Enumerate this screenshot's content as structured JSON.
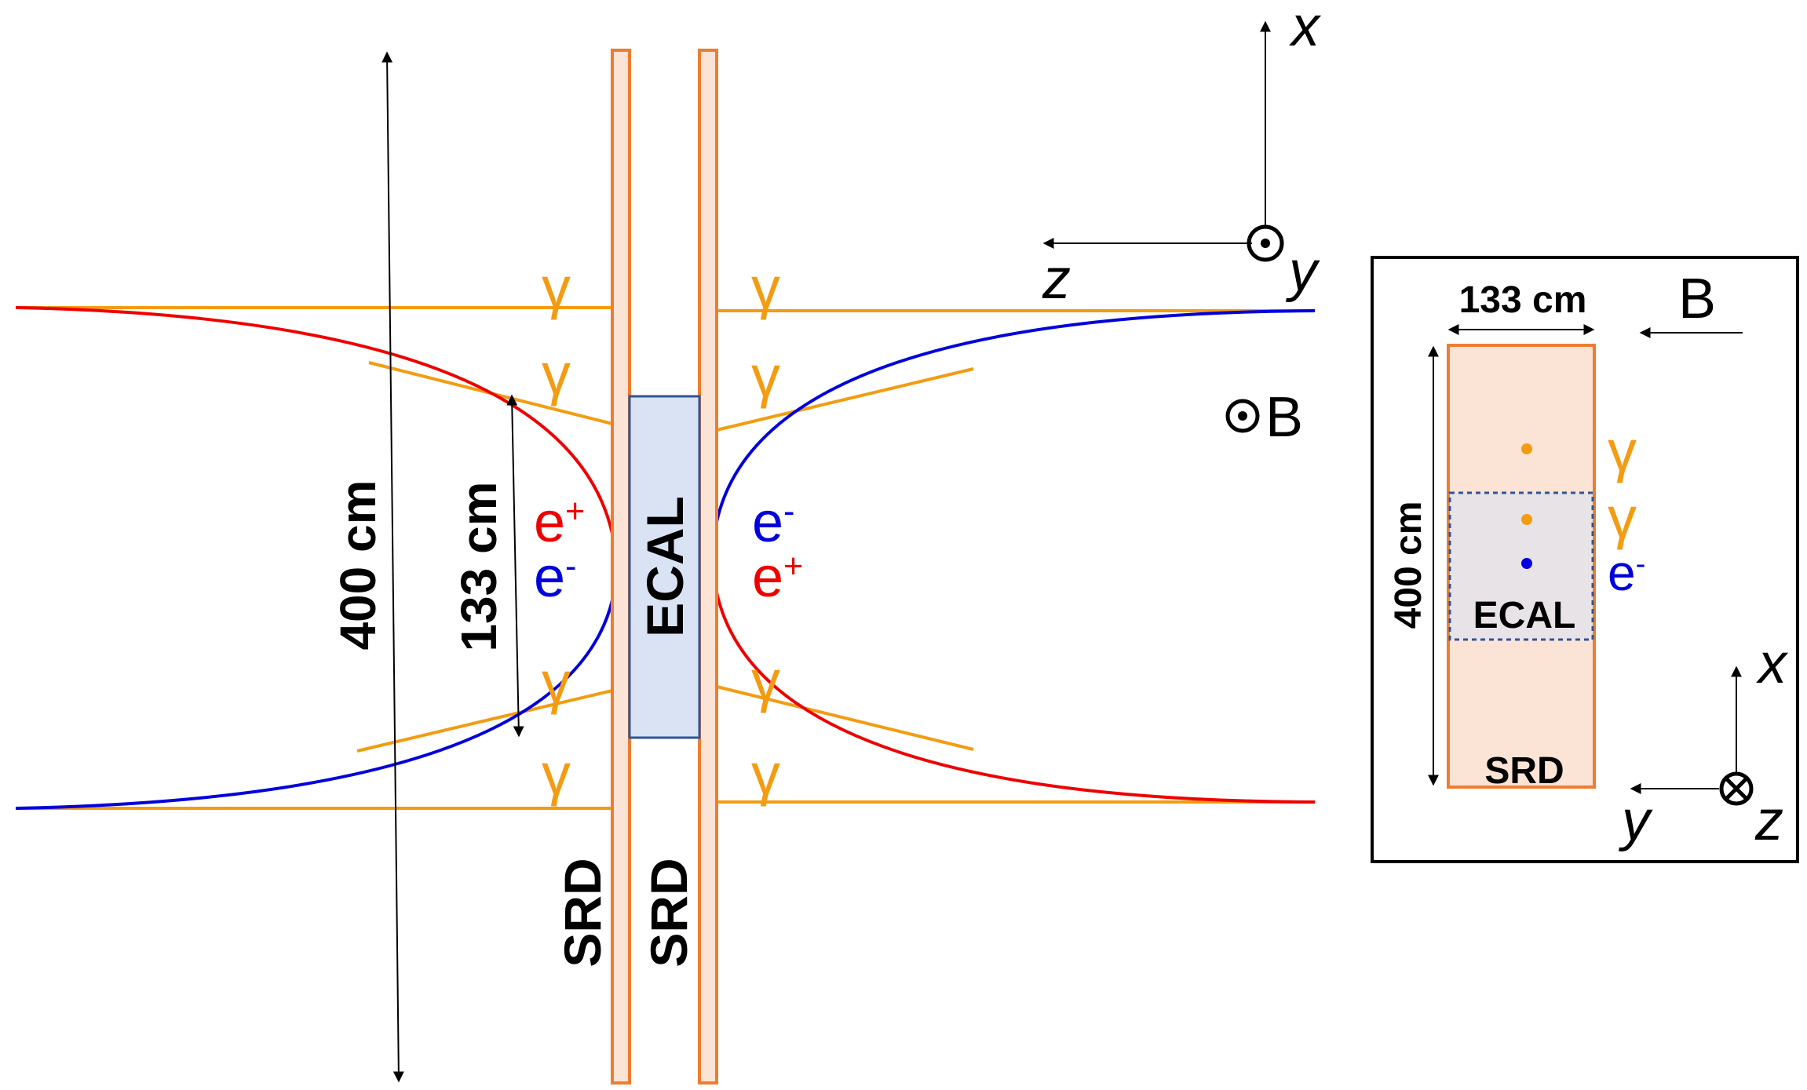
{
  "main": {
    "detector_labels": {
      "srd_left": "SRD",
      "srd_right": "SRD",
      "ecal": "ECAL"
    },
    "dimensions": {
      "outer": "400 cm",
      "inner": "133 cm"
    },
    "particles": {
      "photon": "γ",
      "left_positron": "e+",
      "left_electron": "e-",
      "right_electron": "e-",
      "right_positron": "e+"
    },
    "axes": {
      "x": "x",
      "z": "z",
      "y": "y"
    },
    "field": "B"
  },
  "inset": {
    "width_dim": "133 cm",
    "height_dim": "400 cm",
    "field": "B",
    "ecal": "ECAL",
    "srd": "SRD",
    "photon": "γ",
    "electron": "e-",
    "axes": {
      "x": "x",
      "y": "y",
      "z": "z"
    }
  },
  "colors": {
    "srd_fill": "#fbe3d6",
    "srd_stroke": "#ed7d31",
    "ecal_fill": "#dae3f3",
    "ecal_stroke": "#2f5597",
    "photon": "#f39c12",
    "positron": "#ee0000",
    "electron": "#0000dd"
  }
}
